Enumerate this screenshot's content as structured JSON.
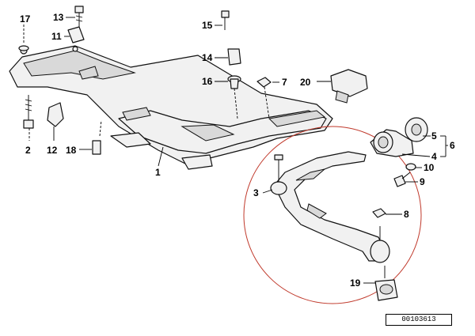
{
  "callouts": [
    {
      "id": "c17",
      "text": "17"
    },
    {
      "id": "c13",
      "text": "13"
    },
    {
      "id": "c11",
      "text": "11"
    },
    {
      "id": "c15",
      "text": "15"
    },
    {
      "id": "c14",
      "text": "14"
    },
    {
      "id": "c16",
      "text": "16"
    },
    {
      "id": "c7",
      "text": "7"
    },
    {
      "id": "c20",
      "text": "20"
    },
    {
      "id": "c2",
      "text": "2"
    },
    {
      "id": "c12",
      "text": "12"
    },
    {
      "id": "c18",
      "text": "18"
    },
    {
      "id": "c1",
      "text": "1"
    },
    {
      "id": "c5",
      "text": "5"
    },
    {
      "id": "c6",
      "text": "6"
    },
    {
      "id": "c4",
      "text": "4"
    },
    {
      "id": "c10",
      "text": "10"
    },
    {
      "id": "c9",
      "text": "9"
    },
    {
      "id": "c3",
      "text": "3"
    },
    {
      "id": "c8",
      "text": "8"
    },
    {
      "id": "c19",
      "text": "19"
    }
  ],
  "reference_number": "00103613",
  "colors": {
    "highlight_circle": "#c0392b",
    "line": "#111111",
    "fill": "#f1f1f1"
  }
}
